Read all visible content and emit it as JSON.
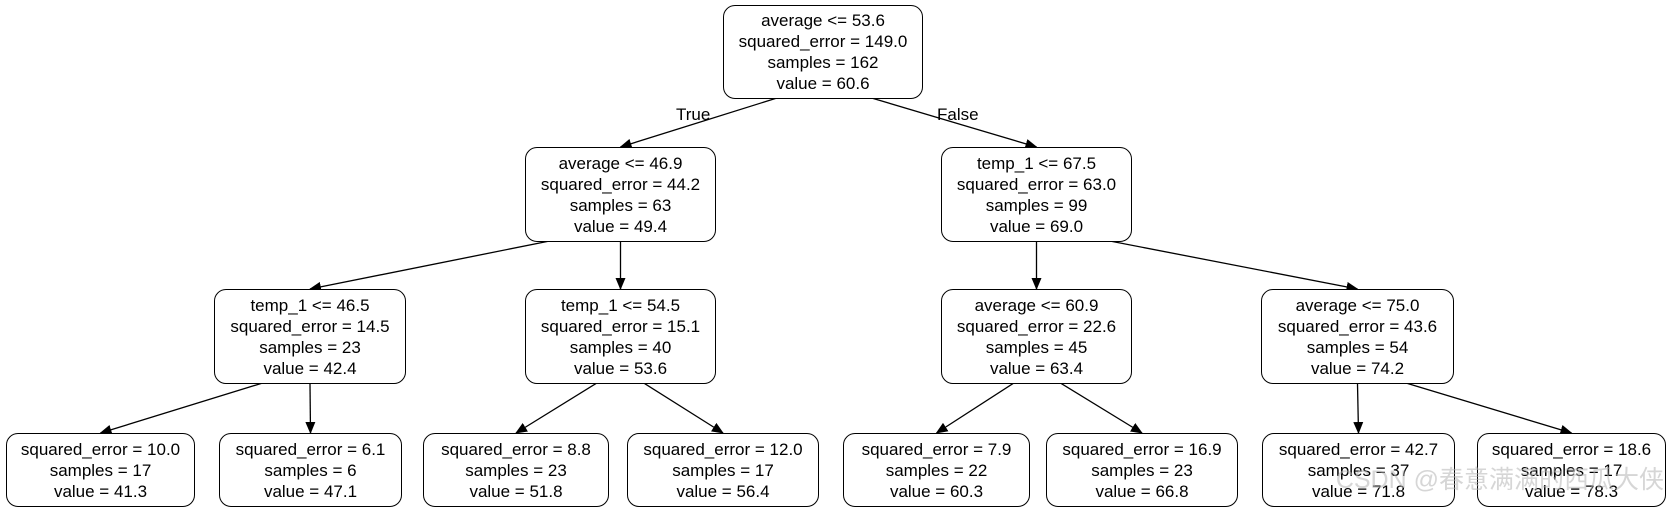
{
  "tree": {
    "nodes": [
      {
        "id": "n0",
        "lines": [
          "average <= 53.6",
          "squared_error = 149.0",
          "samples = 162",
          "value = 60.6"
        ]
      },
      {
        "id": "n1",
        "lines": [
          "average <= 46.9",
          "squared_error = 44.2",
          "samples = 63",
          "value = 49.4"
        ]
      },
      {
        "id": "n2",
        "lines": [
          "temp_1 <= 67.5",
          "squared_error = 63.0",
          "samples = 99",
          "value = 69.0"
        ]
      },
      {
        "id": "n3",
        "lines": [
          "temp_1 <= 46.5",
          "squared_error = 14.5",
          "samples = 23",
          "value = 42.4"
        ]
      },
      {
        "id": "n4",
        "lines": [
          "temp_1 <= 54.5",
          "squared_error = 15.1",
          "samples = 40",
          "value = 53.6"
        ]
      },
      {
        "id": "n5",
        "lines": [
          "average <= 60.9",
          "squared_error = 22.6",
          "samples = 45",
          "value = 63.4"
        ]
      },
      {
        "id": "n6",
        "lines": [
          "average <= 75.0",
          "squared_error = 43.6",
          "samples = 54",
          "value = 74.2"
        ]
      },
      {
        "id": "n7",
        "lines": [
          "squared_error = 10.0",
          "samples = 17",
          "value = 41.3"
        ]
      },
      {
        "id": "n8",
        "lines": [
          "squared_error = 6.1",
          "samples = 6",
          "value = 47.1"
        ]
      },
      {
        "id": "n9",
        "lines": [
          "squared_error = 8.8",
          "samples = 23",
          "value = 51.8"
        ]
      },
      {
        "id": "n10",
        "lines": [
          "squared_error = 12.0",
          "samples = 17",
          "value = 56.4"
        ]
      },
      {
        "id": "n11",
        "lines": [
          "squared_error = 7.9",
          "samples = 22",
          "value = 60.3"
        ]
      },
      {
        "id": "n12",
        "lines": [
          "squared_error = 16.9",
          "samples = 23",
          "value = 66.8"
        ]
      },
      {
        "id": "n13",
        "lines": [
          "squared_error = 42.7",
          "samples = 37",
          "value = 71.8"
        ]
      },
      {
        "id": "n14",
        "lines": [
          "squared_error = 18.6",
          "samples = 17",
          "value = 78.3"
        ]
      }
    ],
    "edges": [
      {
        "from": "n0",
        "to": "n1",
        "label": "True"
      },
      {
        "from": "n0",
        "to": "n2",
        "label": "False"
      },
      {
        "from": "n1",
        "to": "n3"
      },
      {
        "from": "n1",
        "to": "n4"
      },
      {
        "from": "n2",
        "to": "n5"
      },
      {
        "from": "n2",
        "to": "n6"
      },
      {
        "from": "n3",
        "to": "n7"
      },
      {
        "from": "n3",
        "to": "n8"
      },
      {
        "from": "n4",
        "to": "n9"
      },
      {
        "from": "n4",
        "to": "n10"
      },
      {
        "from": "n5",
        "to": "n11"
      },
      {
        "from": "n5",
        "to": "n12"
      },
      {
        "from": "n6",
        "to": "n13"
      },
      {
        "from": "n6",
        "to": "n14"
      }
    ]
  },
  "watermark": "CSDN @春意满满的西瓜大侠",
  "colors": {
    "stroke": "#000000",
    "fill": "#ffffff",
    "watermark": "#b4b4b4"
  }
}
